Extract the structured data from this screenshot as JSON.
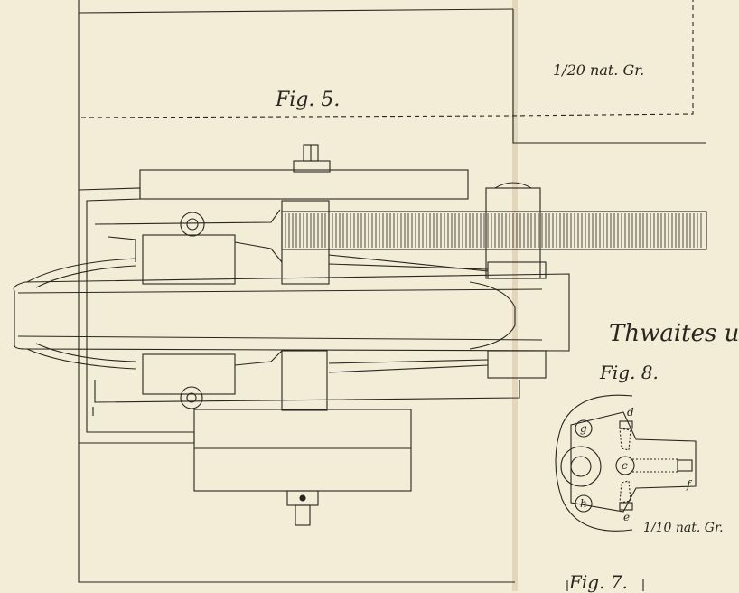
{
  "plate": {
    "paper_color": "#f3ecd6",
    "ink_color": "#2a2520",
    "scale_top": "1/20 nat. Gr.",
    "fig5_label": "Fig. 5.",
    "heading_right": "Thwaites u",
    "fig8_label": "Fig. 8.",
    "scale_fig8": "1/10 nat. Gr.",
    "fig7_label": "Fig. 7.",
    "fig8_letters": {
      "g": "g",
      "d": "d",
      "c": "c",
      "f": "f",
      "h": "h",
      "e": "e"
    }
  }
}
